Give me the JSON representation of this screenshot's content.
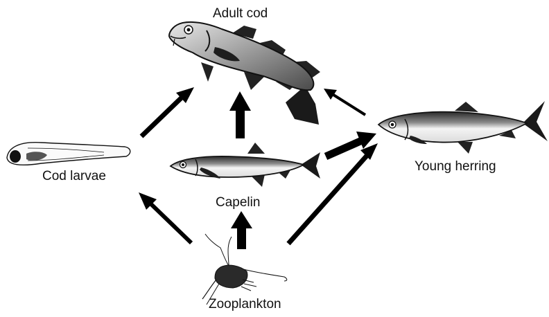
{
  "labels": {
    "adult_cod": "Adult cod",
    "cod_larvae": "Cod larvae",
    "young_herring": "Young herring",
    "capelin": "Capelin",
    "zooplankton": "Zooplankton"
  },
  "colors": {
    "arrow": "#000000",
    "outline": "#111111",
    "body_light": "#f4f4f4",
    "body_dark": "#3a3a3a",
    "fin": "#222222"
  },
  "arrows": [
    {
      "from": "Cod larvae",
      "to": "Adult cod"
    },
    {
      "from": "Capelin",
      "to": "Adult cod"
    },
    {
      "from": "Young herring",
      "to": "Adult cod"
    },
    {
      "from": "Capelin",
      "to": "Young herring"
    },
    {
      "from": "Zooplankton",
      "to": "Cod larvae"
    },
    {
      "from": "Zooplankton",
      "to": "Capelin"
    },
    {
      "from": "Zooplankton",
      "to": "Young herring"
    }
  ]
}
